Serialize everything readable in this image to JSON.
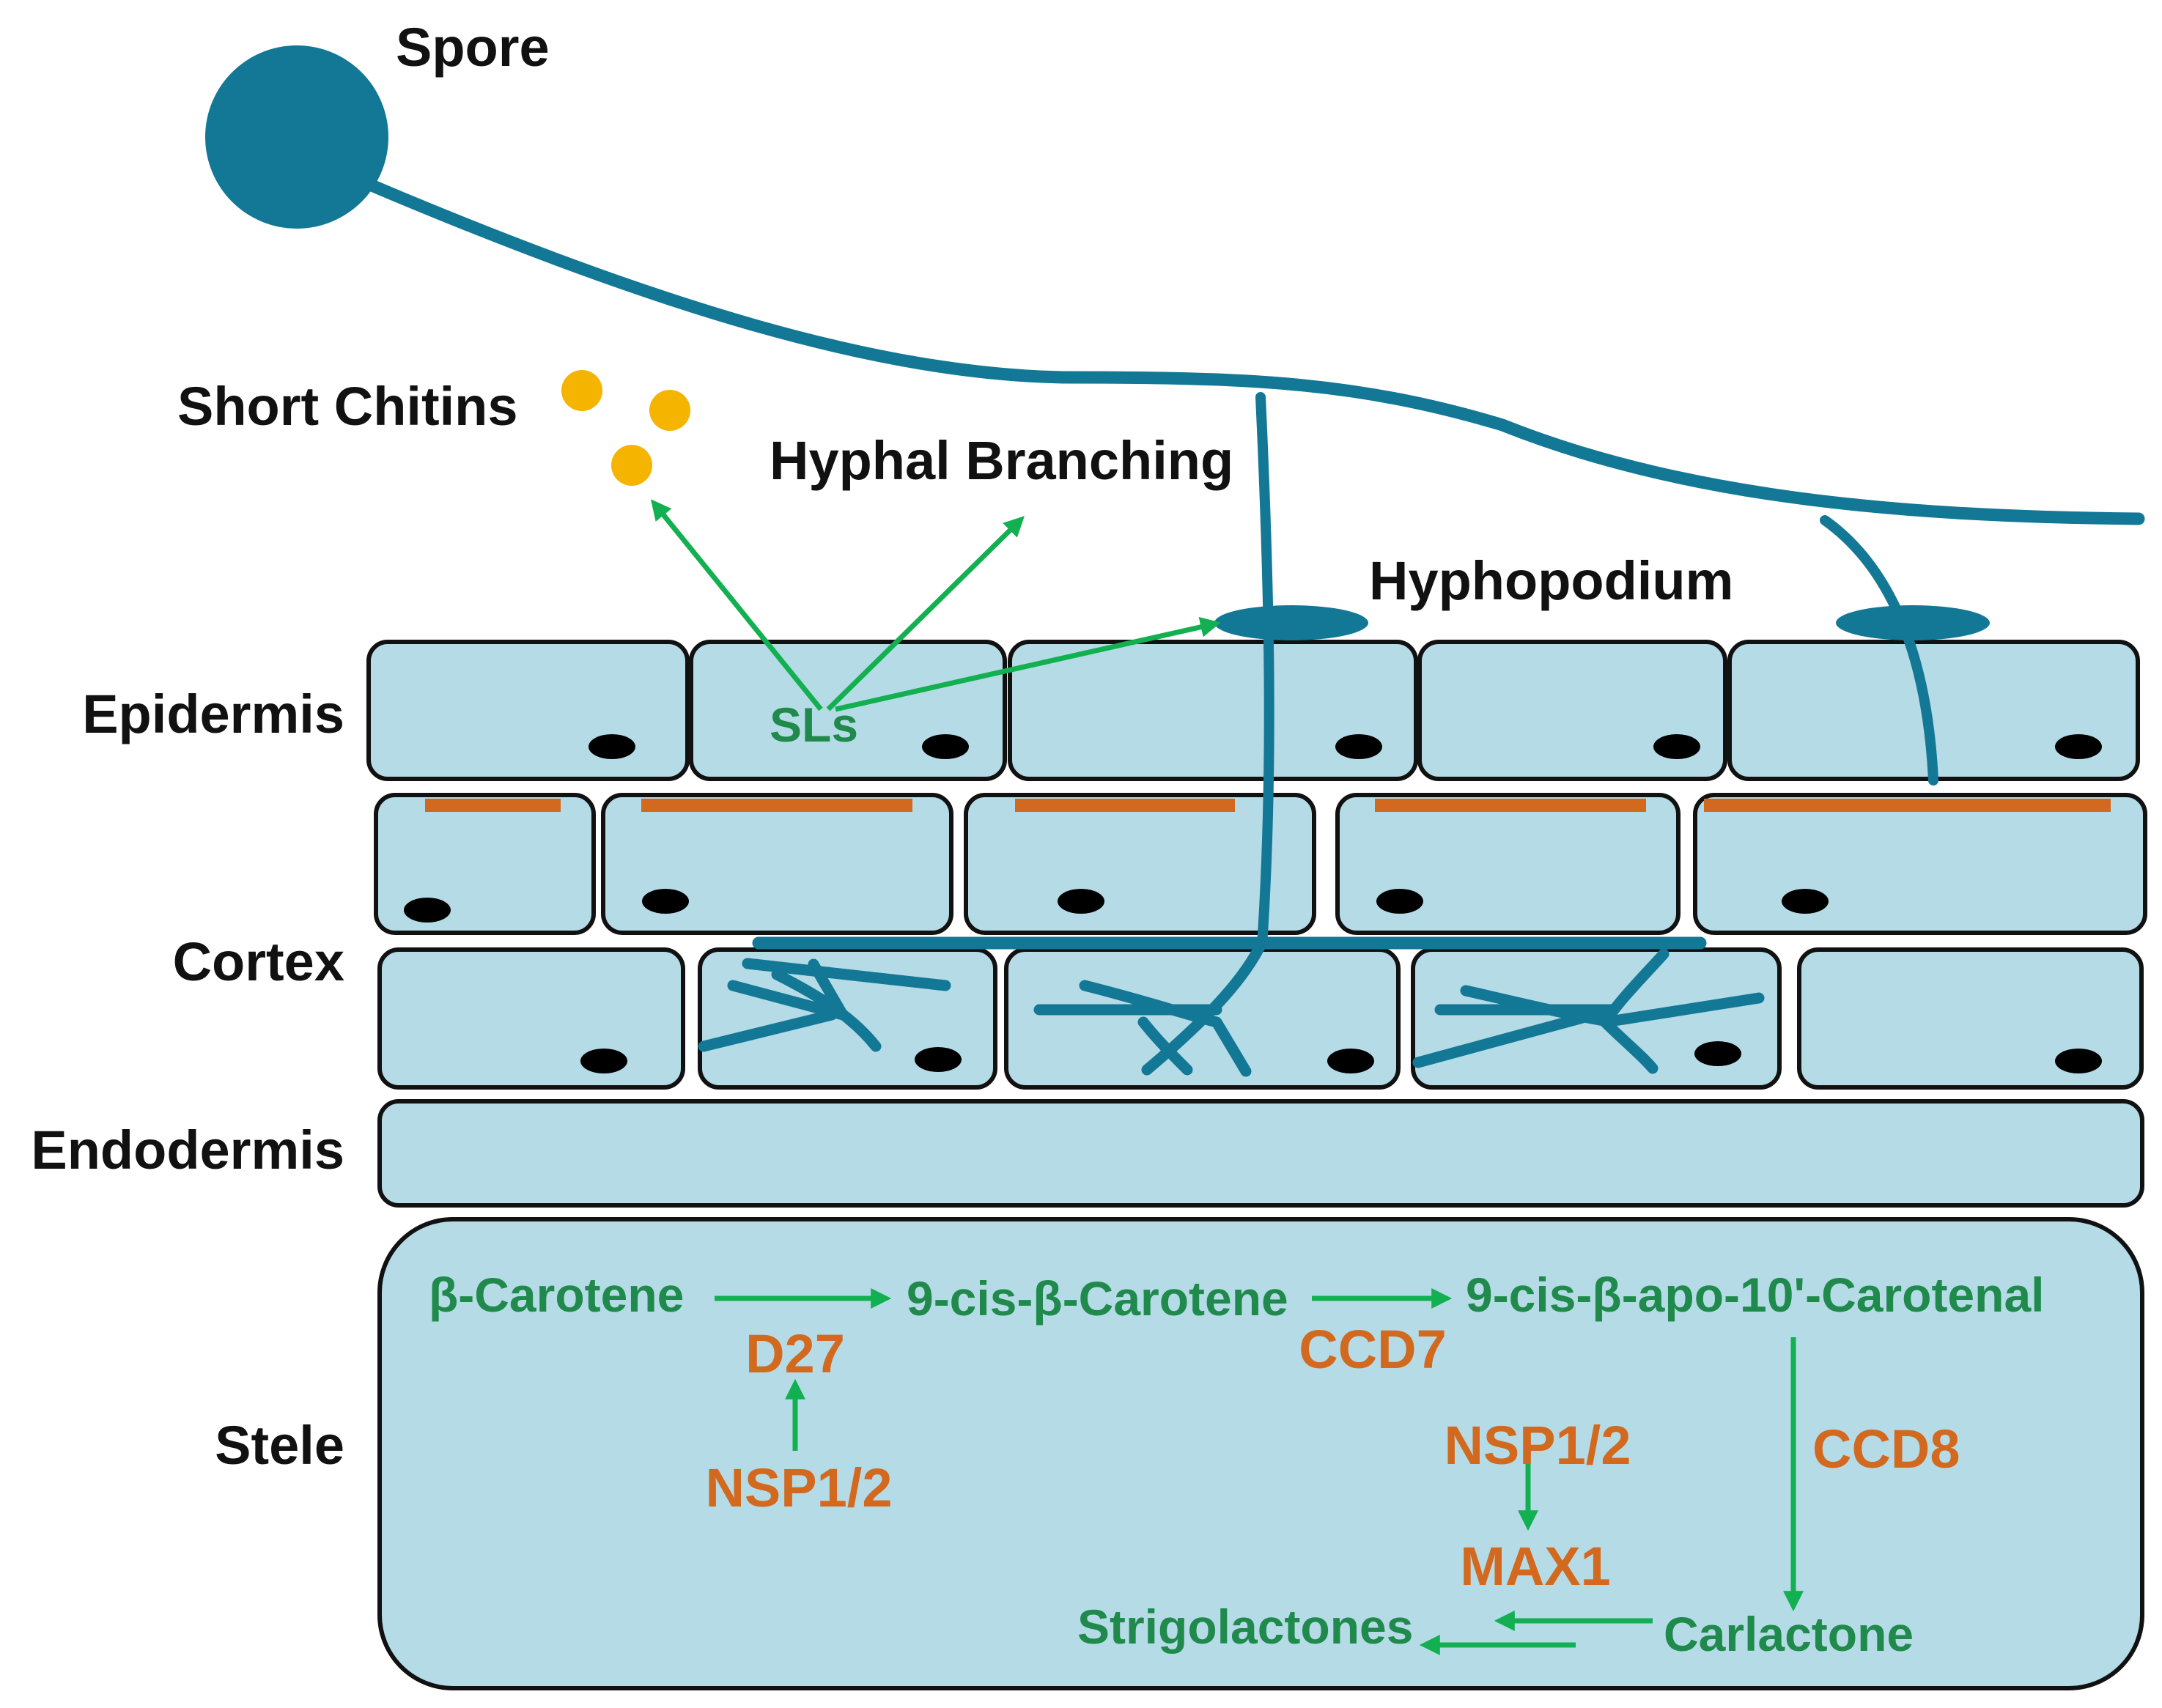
{
  "colors": {
    "fungus": "#137896",
    "cell_fill": "#b5dbe6",
    "pathway_text": "#1f8a4c",
    "enzyme_text": "#d2691e",
    "arrow": "#12b050",
    "chitin": "#f5b400"
  },
  "labels": {
    "spore": "Spore",
    "short_chitins": "Short Chitins",
    "hyphal_branching": "Hyphal Branching",
    "hyphopodium": "Hyphopodium",
    "sls": "SLs"
  },
  "layers": {
    "epidermis": "Epidermis",
    "cortex": "Cortex",
    "endodermis": "Endodermis",
    "stele": "Stele"
  },
  "pathway": {
    "beta_carotene": "β-Carotene",
    "nine_cis_beta_carotene": "9-cis-β-Carotene",
    "nine_cis_apo_carotenal": "9-cis-β-apo-10'-Carotenal",
    "carlactone": "Carlactone",
    "strigolactones": "Strigolactones",
    "d27": "D27",
    "ccd7": "CCD7",
    "ccd8": "CCD8",
    "max1": "MAX1",
    "nsp_a": "NSP1/2",
    "nsp_b": "NSP1/2"
  }
}
